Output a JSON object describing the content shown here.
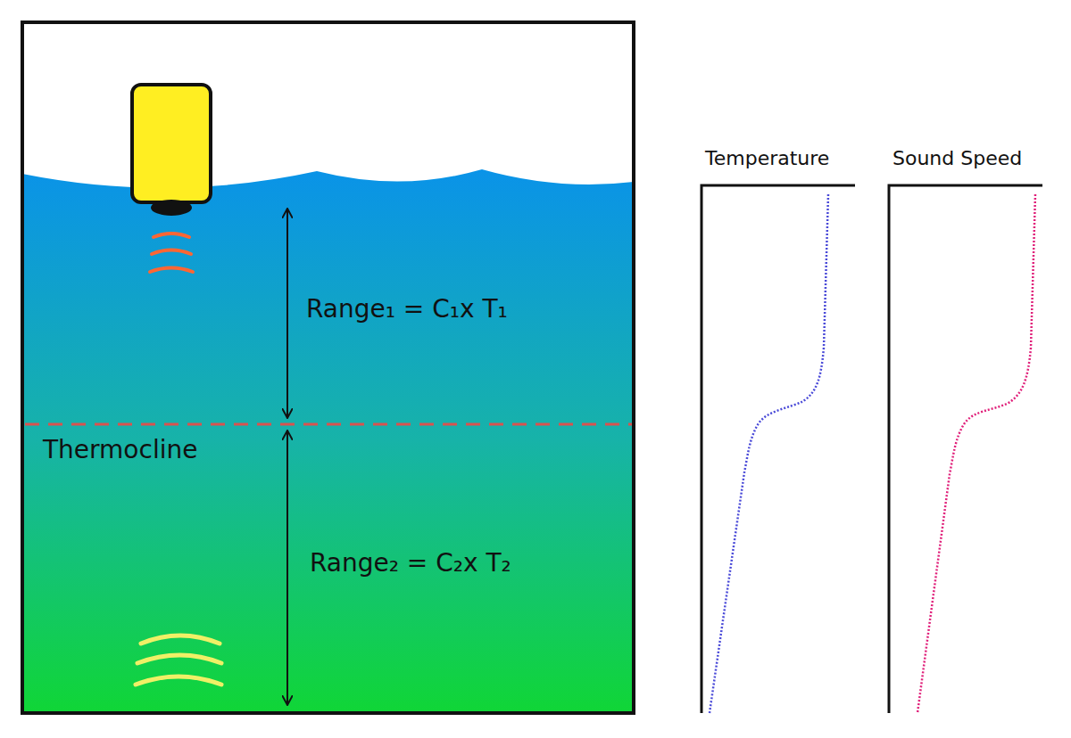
{
  "diagram": {
    "labels": [
      "Range₁ = C₁x T₁",
      "Thermocline",
      "Range₂ = C₂x T₂",
      "Temperature",
      "Sound Speed"
    ]
  }
}
